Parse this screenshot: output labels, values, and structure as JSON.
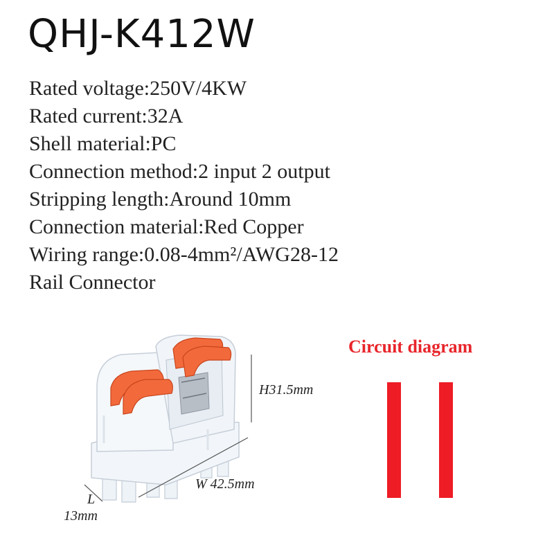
{
  "title": "QHJ-K412W",
  "specs": [
    "Rated voltage:250V/4KW",
    "Rated current:32A",
    "Shell material:PC",
    "Connection method:2 input 2 output",
    "Stripping length:Around 10mm",
    "Connection material:Red Copper",
    "Wiring range:0.08-4mm²/AWG28-12",
    "Rail Connector"
  ],
  "dimensions": {
    "height": "H31.5mm",
    "width": "W 42.5mm",
    "length_label": "L",
    "length_value": "13mm"
  },
  "circuit": {
    "title": "Circuit diagram",
    "line_color": "#ee1c25"
  },
  "colors": {
    "lever_orange": "#f26a3c",
    "accent_red": "#e8252b"
  }
}
